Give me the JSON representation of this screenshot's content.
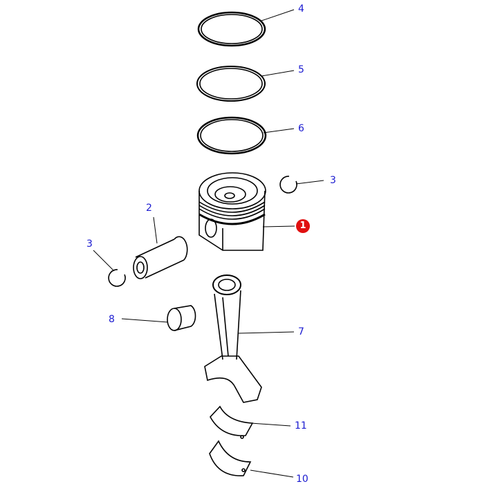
{
  "diagram": {
    "callouts": [
      {
        "id": "4",
        "text": "4"
      },
      {
        "id": "5",
        "text": "5"
      },
      {
        "id": "6",
        "text": "6"
      },
      {
        "id": "3a",
        "text": "3"
      },
      {
        "id": "1",
        "text": "1",
        "highlighted": true
      },
      {
        "id": "2",
        "text": "2"
      },
      {
        "id": "3b",
        "text": "3"
      },
      {
        "id": "8",
        "text": "8"
      },
      {
        "id": "7",
        "text": "7"
      },
      {
        "id": "11",
        "text": "11"
      },
      {
        "id": "10",
        "text": "10"
      }
    ],
    "colors": {
      "callout": "#1a1ad0",
      "highlight": "#e01010",
      "stroke": "#000000"
    }
  }
}
